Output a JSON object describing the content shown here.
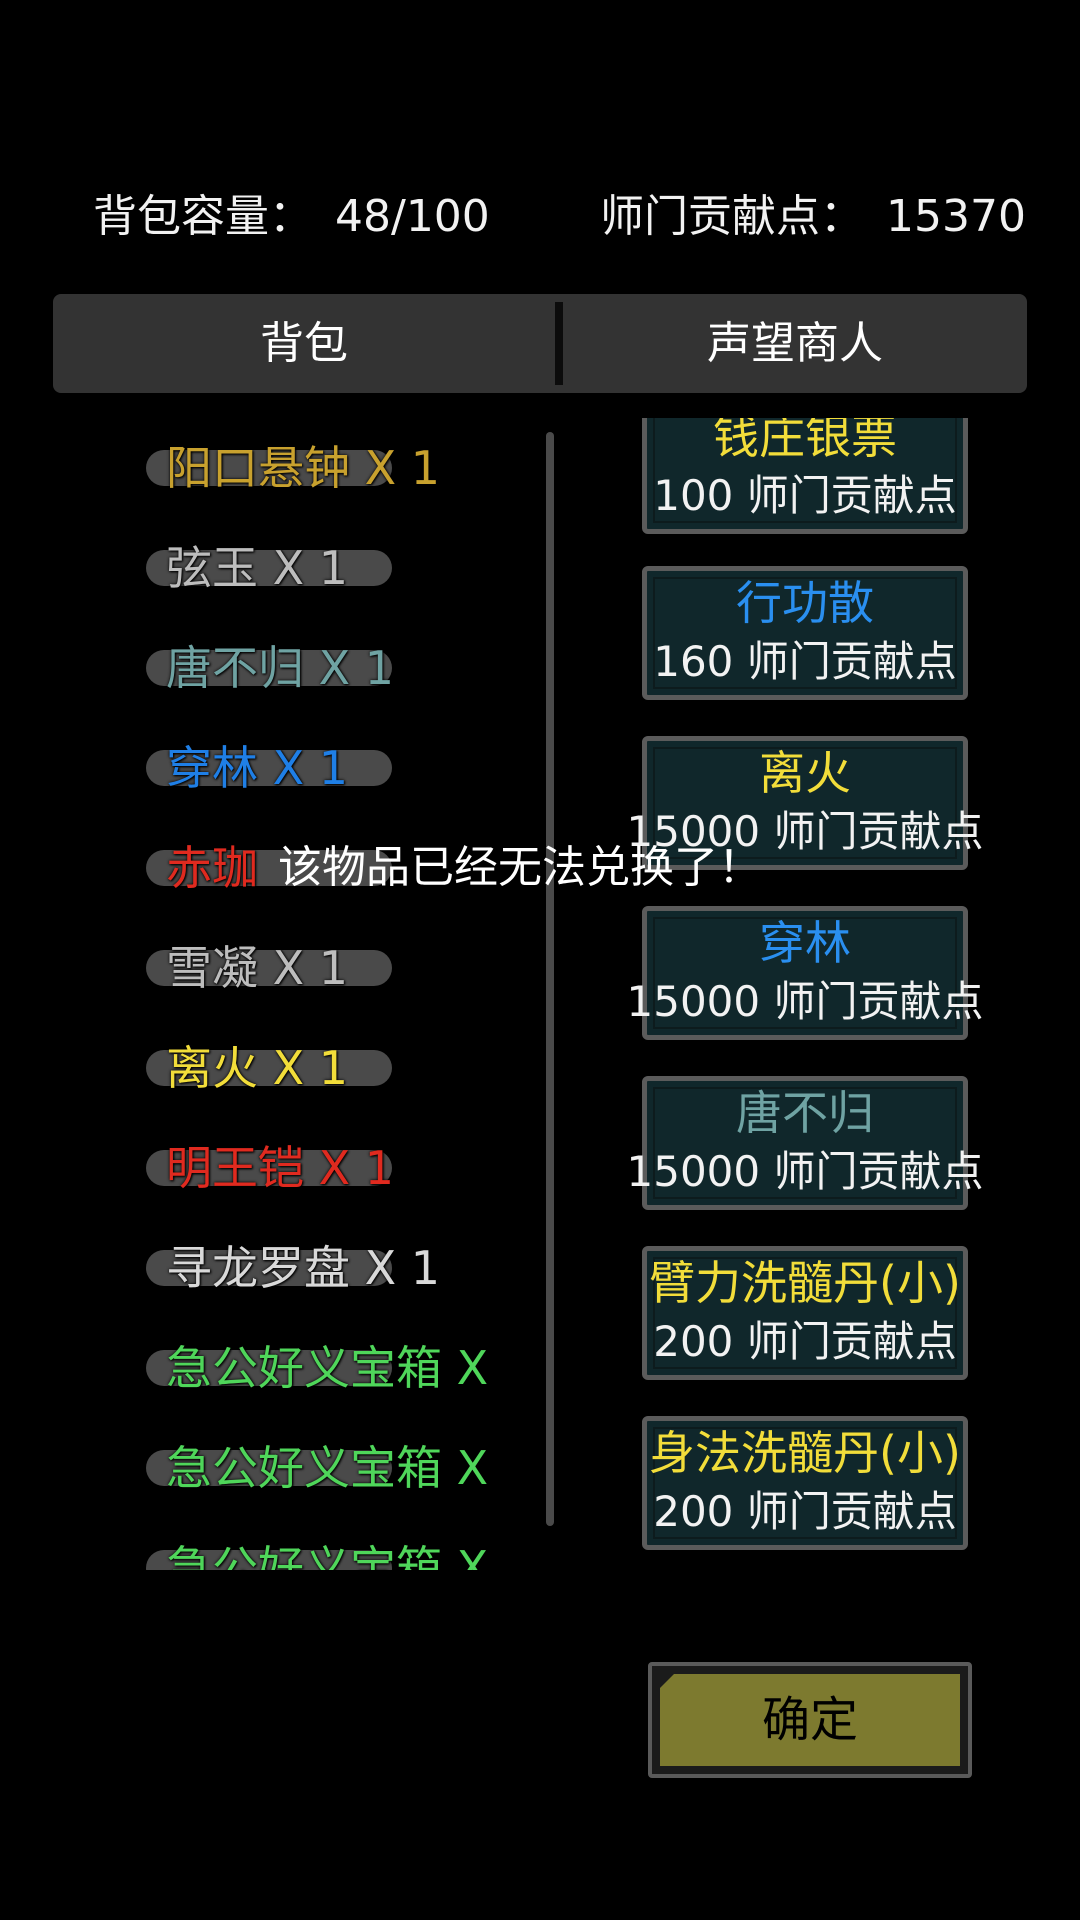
{
  "stats": {
    "bag_capacity_label": "背包容量：",
    "bag_capacity_value": "48/100",
    "contribution_label": "师门贡献点：",
    "contribution_value": "15370"
  },
  "tabs": {
    "bag": "背包",
    "merchant": "声望商人"
  },
  "inventory": {
    "items": [
      {
        "label": "阳口悬钟 X 1",
        "color": "#c8a12e"
      },
      {
        "label": "弦玉 X 1",
        "color": "#bdbdbd"
      },
      {
        "label": "唐不归 X 1",
        "color": "#6fa3a3"
      },
      {
        "label": "穿林 X 1",
        "color": "#1f7fe6"
      },
      {
        "label": "赤珈",
        "color": "#e02a1f"
      },
      {
        "label": "雪凝 X 1",
        "color": "#bdbdbd"
      },
      {
        "label": "离火 X 1",
        "color": "#f2dd3a"
      },
      {
        "label": "明王铠 X 1",
        "color": "#e02a1f"
      },
      {
        "label": "寻龙罗盘 X 1",
        "color": "#d9d9d9"
      },
      {
        "label": "急公好义宝箱 X",
        "color": "#4fd65a"
      },
      {
        "label": "急公好义宝箱 X",
        "color": "#4fd65a"
      },
      {
        "label": "急公好义宝箱 X",
        "color": "#4fd65a"
      }
    ]
  },
  "shop": {
    "items": [
      {
        "title": "钱庄银票",
        "price": "100 师门贡献点",
        "color": "#f2dd3a"
      },
      {
        "title": "行功散",
        "price": "160 师门贡献点",
        "color": "#2a8ff0"
      },
      {
        "title": "离火",
        "price": "15000 师门贡献点",
        "color": "#f2dd3a"
      },
      {
        "title": "穿林",
        "price": "15000 师门贡献点",
        "color": "#2a8ff0"
      },
      {
        "title": "唐不归",
        "price": "15000 师门贡献点",
        "color": "#6fa3a3"
      },
      {
        "title": "臂力洗髓丹(小)",
        "price": "200 师门贡献点",
        "color": "#f2dd3a"
      },
      {
        "title": "身法洗髓丹(小)",
        "price": "200 师门贡献点",
        "color": "#f2dd3a"
      }
    ]
  },
  "toast": "该物品已经无法兑换了！",
  "confirm_label": "确定"
}
